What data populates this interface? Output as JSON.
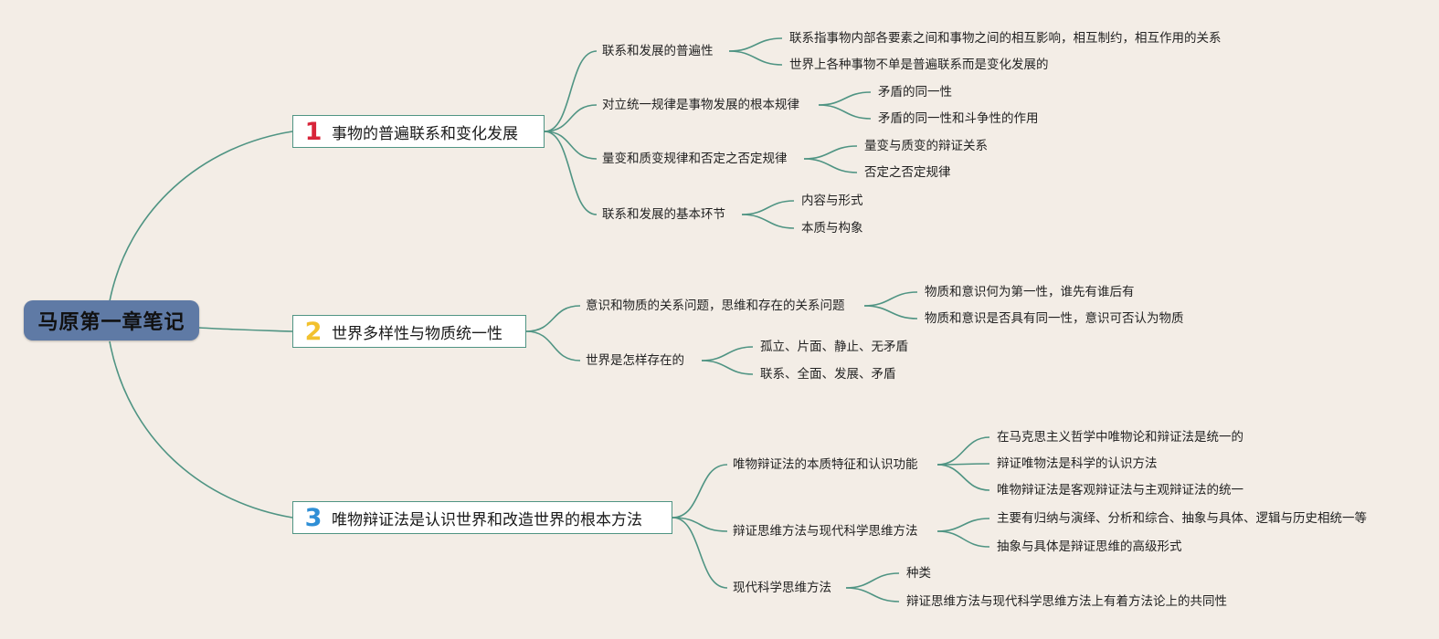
{
  "root": {
    "label": "马原第一章笔记"
  },
  "branches": [
    {
      "number": "1",
      "label": "事物的普遍联系和变化发展",
      "children": [
        {
          "label": "联系和发展的普遍性",
          "children": [
            "联系指事物内部各要素之间和事物之间的相互影响，相互制约，相互作用的关系",
            "世界上各种事物不单是普遍联系而是变化发展的"
          ]
        },
        {
          "label": "对立统一规律是事物发展的根本规律",
          "children": [
            "矛盾的同一性",
            "矛盾的同一性和斗争性的作用"
          ]
        },
        {
          "label": "量变和质变规律和否定之否定规律",
          "children": [
            "量变与质变的辩证关系",
            "否定之否定规律"
          ]
        },
        {
          "label": "联系和发展的基本环节",
          "children": [
            "内容与形式",
            "本质与构象"
          ]
        }
      ]
    },
    {
      "number": "2",
      "label": "世界多样性与物质统一性",
      "children": [
        {
          "label": "意识和物质的关系问题，思维和存在的关系问题",
          "children": [
            "物质和意识何为第一性，谁先有谁后有",
            "物质和意识是否具有同一性，意识可否认为物质"
          ]
        },
        {
          "label": "世界是怎样存在的",
          "children": [
            "孤立、片面、静止、无矛盾",
            "联系、全面、发展、矛盾"
          ]
        }
      ]
    },
    {
      "number": "3",
      "label": "唯物辩证法是认识世界和改造世界的根本方法",
      "children": [
        {
          "label": "唯物辩证法的本质特征和认识功能",
          "children": [
            "在马克思主义哲学中唯物论和辩证法是统一的",
            "辩证唯物法是科学的认识方法",
            "唯物辩证法是客观辩证法与主观辩证法的统一"
          ]
        },
        {
          "label": "辩证思维方法与现代科学思维方法",
          "children": [
            "主要有归纳与演绎、分析和综合、抽象与具体、逻辑与历史相统一等",
            "抽象与具体是辩证思维的高级形式"
          ]
        },
        {
          "label": "现代科学思维方法",
          "children": [
            "种类",
            "辩证思维方法与现代科学思维方法上有着方法论上的共同性"
          ]
        }
      ]
    }
  ],
  "colors": {
    "background": "#f3ede6",
    "connector": "#4f9483",
    "root_fill": "#5f7aa5"
  }
}
